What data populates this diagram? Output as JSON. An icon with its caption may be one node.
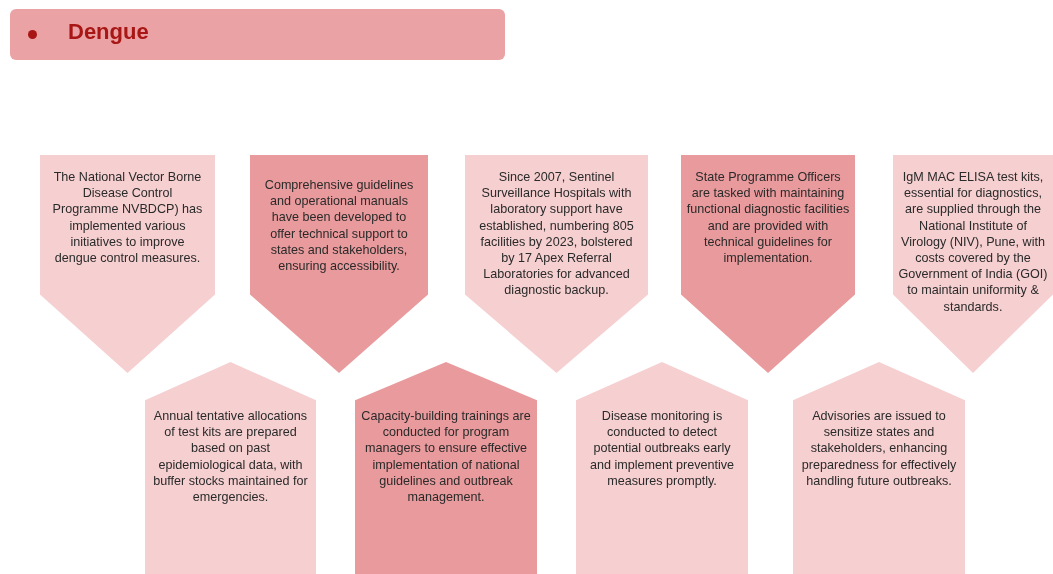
{
  "diagram": {
    "title": "Dengue",
    "nodes": [
      {
        "text": [
          "The National Vector Borne Disease Control Programme NVBDCP) has implemented various initiatives to improve dengue control measures."
        ]
      },
      {
        "text": [
          "Comprehensive guidelines and operational manuals have been developed to offer technical support to states and stakeholders, ensuring accessibility."
        ]
      },
      {
        "text": [
          "Since 2007, Sentinel Surveillance Hospitals with laboratory support have established, numbering 805 facilities by 2023, bolstered by 17 Apex Referral Laboratories for advanced diagnostic backup."
        ]
      },
      {
        "text": [
          "State Programme Officers are tasked with maintaining functional diagnostic facilities and are provided with technical guidelines for implementation."
        ]
      },
      {
        "text": [
          "IgM MAC ELISA test kits, essential for diagnostics, are supplied through the National Institute of Virology (NIV), Pune, with costs covered by the Government of India (GOI) to maintain uniformity & standards."
        ]
      },
      {
        "text": [
          "Annual tentative allocations of test kits are prepared based on past epidemiological data, with buffer stocks maintained for emergencies."
        ]
      },
      {
        "text": [
          "Capacity-building trainings are conducted for program managers to ensure effective implementation of national guidelines and outbreak management."
        ]
      },
      {
        "text": [
          "Disease monitoring is conducted to detect potential outbreaks early and implement preventive measures promptly."
        ]
      },
      {
        "text": [
          "Advisories are issued to sensitize states and stakeholders, enhancing preparedness for effectively handling future outbreaks."
        ]
      }
    ],
    "edges": []
  }
}
